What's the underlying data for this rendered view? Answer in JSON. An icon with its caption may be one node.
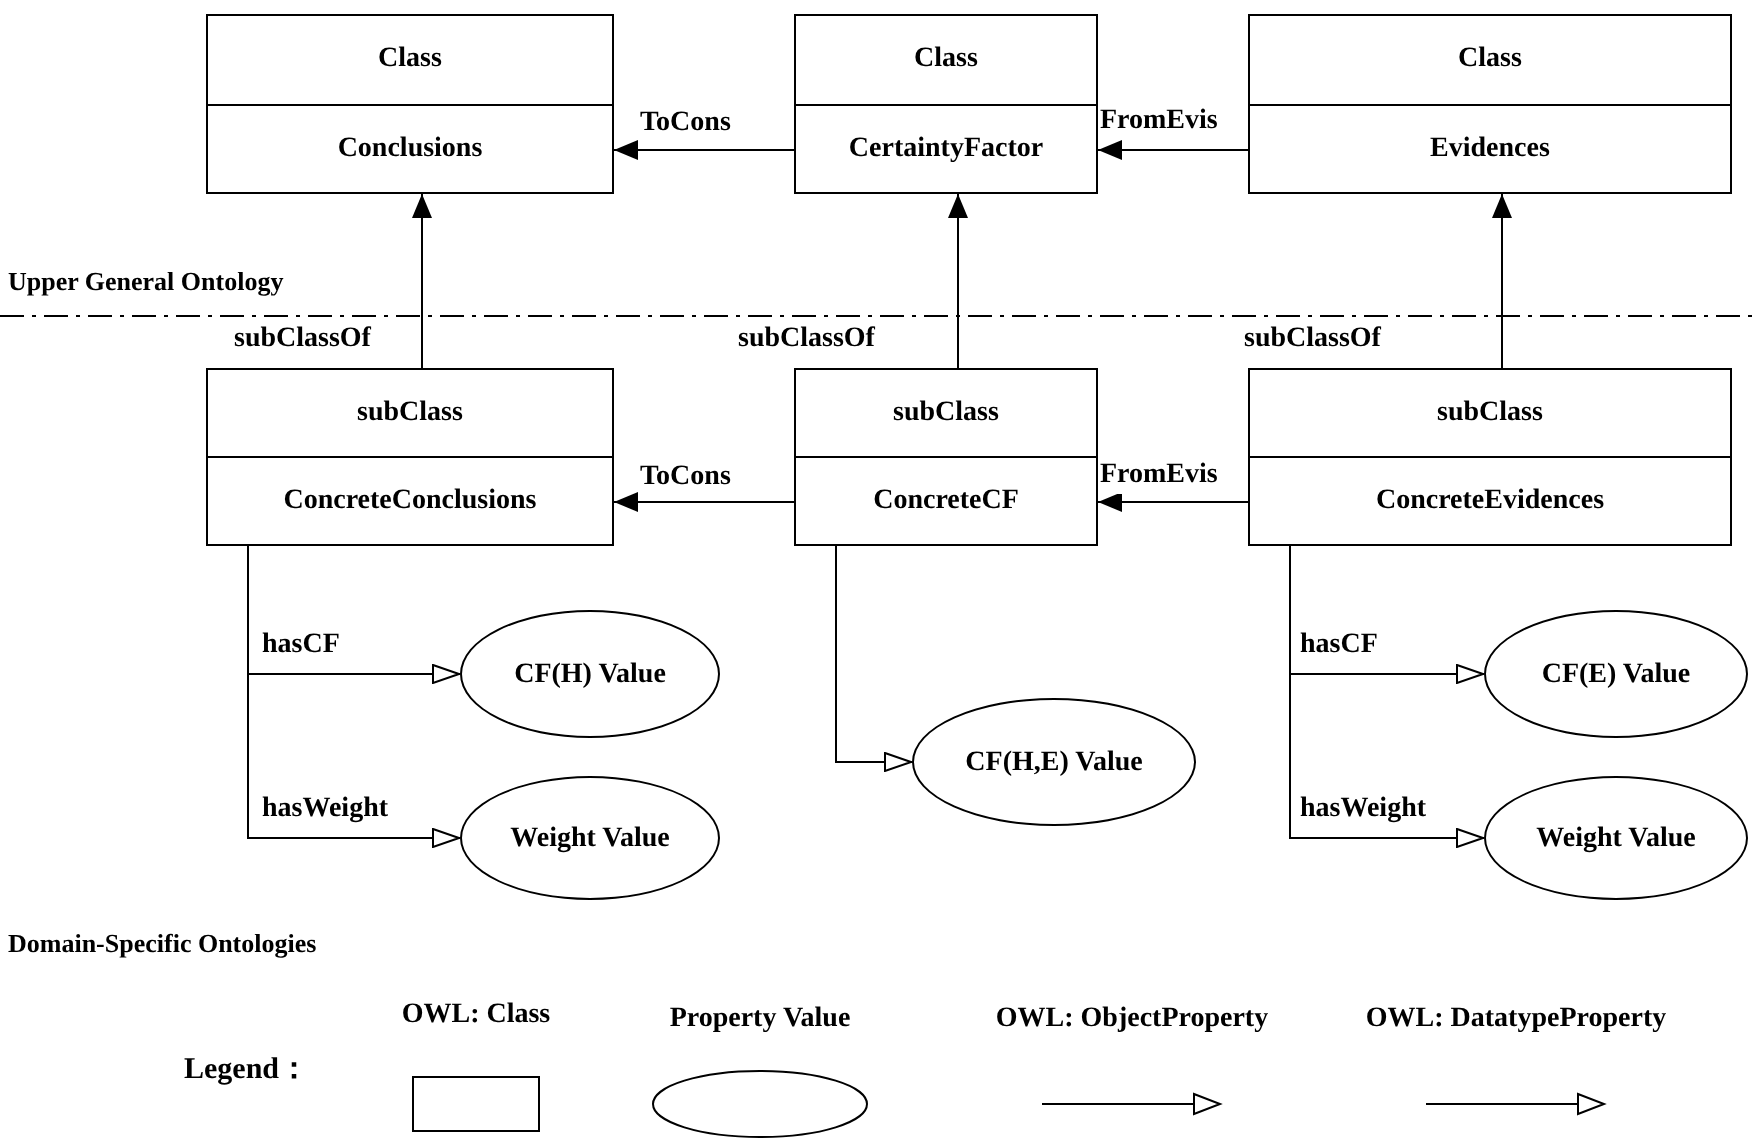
{
  "diagram": {
    "nodes": [
      {
        "text": [
          "Class",
          "Conclusions"
        ]
      },
      {
        "text": [
          "Class",
          "CertaintyFactor"
        ]
      },
      {
        "text": [
          "Class",
          "Evidences"
        ]
      },
      {
        "text": [
          "subClass",
          "ConcreteConclusions"
        ]
      },
      {
        "text": [
          "subClass",
          "ConcreteCF"
        ]
      },
      {
        "text": [
          "subClass",
          "ConcreteEvidences"
        ]
      },
      {
        "text": [
          "CF(H) Value"
        ]
      },
      {
        "text": [
          "Weight Value"
        ]
      },
      {
        "text": [
          "CF(H,E) Value"
        ]
      },
      {
        "text": [
          "CF(E) Value"
        ]
      },
      {
        "text": [
          "Weight Value"
        ]
      }
    ],
    "edges": [
      {
        "from": 1,
        "to": 0,
        "arrow": "to",
        "label": "ToCons"
      },
      {
        "from": 2,
        "to": 1,
        "arrow": "to",
        "label": "FromEvis"
      },
      {
        "from": 3,
        "to": 0,
        "arrow": "to",
        "label": "subClassOf"
      },
      {
        "from": 4,
        "to": 1,
        "arrow": "to",
        "label": "subClassOf"
      },
      {
        "from": 5,
        "to": 2,
        "arrow": "to",
        "label": "subClassOf"
      },
      {
        "from": 4,
        "to": 3,
        "arrow": "to",
        "label": "ToCons"
      },
      {
        "from": 5,
        "to": 4,
        "arrow": "to",
        "label": "FromEvis"
      },
      {
        "from": 3,
        "to": 6,
        "arrow": "to",
        "label": "hasCF"
      },
      {
        "from": 3,
        "to": 7,
        "arrow": "to",
        "label": "hasWeight"
      },
      {
        "from": 4,
        "to": 8,
        "arrow": "to"
      },
      {
        "from": 5,
        "to": 9,
        "arrow": "to",
        "label": "hasCF"
      },
      {
        "from": 5,
        "to": 10,
        "arrow": "to",
        "label": "hasWeight"
      }
    ],
    "labels": [
      "Upper General Ontology",
      "Domain-Specific Ontologies",
      "Legend："
    ],
    "legend": [
      {
        "text": "OWL: Class"
      },
      {
        "text": "Property Value"
      },
      {
        "text": "OWL: ObjectProperty"
      },
      {
        "text": "OWL: DatatypeProperty"
      }
    ]
  }
}
